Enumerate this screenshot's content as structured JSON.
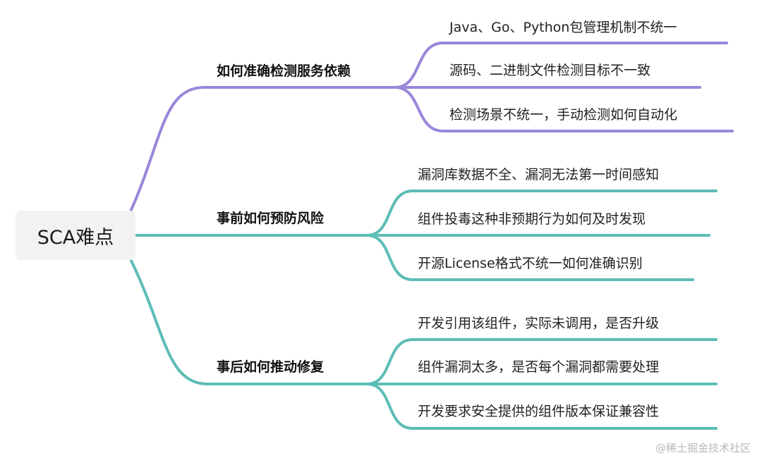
{
  "root": {
    "label": "SCA难点"
  },
  "colors": {
    "purple": "#9a86d9",
    "teal": "#5cbdb6"
  },
  "branches": [
    {
      "label": "如何准确检测服务依赖",
      "color": "purple",
      "leaves": [
        "Java、Go、Python包管理机制不统一",
        "源码、二进制文件检测目标不一致",
        "检测场景不统一，手动检测如何自动化"
      ]
    },
    {
      "label": "事前如何预防风险",
      "color": "teal",
      "leaves": [
        "漏洞库数据不全、漏洞无法第一时间感知",
        "组件投毒这种非预期行为如何及时发现",
        "开源License格式不统一如何准确识别"
      ]
    },
    {
      "label": "事后如何推动修复",
      "color": "teal",
      "leaves": [
        "开发引用该组件，实际未调用，是否升级",
        "组件漏洞太多，是否每个漏洞都需要处理",
        "开发要求安全提供的组件版本保证兼容性"
      ]
    }
  ],
  "watermark": "@稀土掘金技术社区"
}
